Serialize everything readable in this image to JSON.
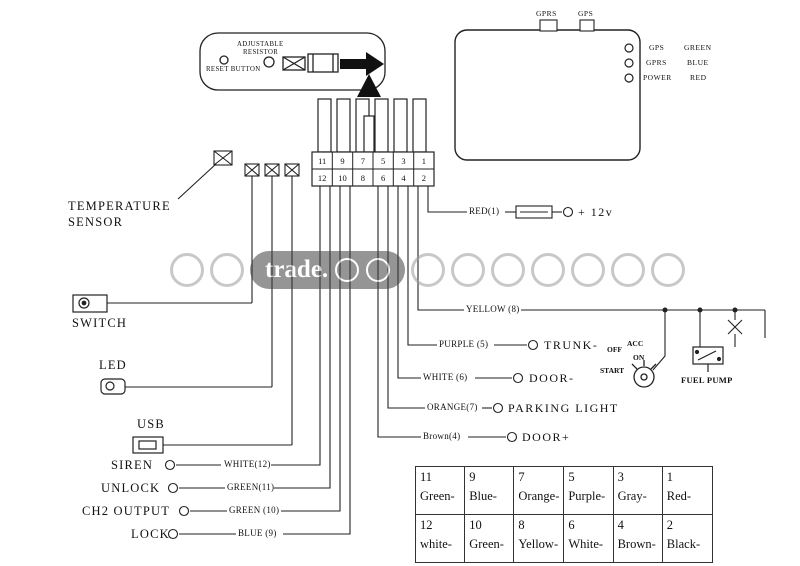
{
  "device": {
    "adjustable_resistor_line1": "ADJUSTABLE",
    "adjustable_resistor_line2": "RESISTOR",
    "reset_button": "RESET BUTTON"
  },
  "gps_unit": {
    "antenna_gprs": "GPRS",
    "antenna_gps": "GPS",
    "indicators": [
      {
        "name": "GPS",
        "color": "GREEN"
      },
      {
        "name": "GPRS",
        "color": "BLUE"
      },
      {
        "name": "POWER",
        "color": "RED"
      }
    ]
  },
  "connector": {
    "top": [
      "11",
      "9",
      "7",
      "5",
      "3",
      "1"
    ],
    "bottom": [
      "12",
      "10",
      "8",
      "6",
      "4",
      "2"
    ]
  },
  "watermark": {
    "text": "trade."
  },
  "left": {
    "temperature_line1": "TEMPERATURE",
    "temperature_line2": "SENSOR",
    "switch": "SWITCH",
    "led": "LED",
    "usb": "USB",
    "outputs": [
      {
        "label": "SIREN",
        "wire": "WHITE(12)"
      },
      {
        "label": "UNLOCK",
        "wire": "GREEN(11)"
      },
      {
        "label": "CH2 OUTPUT",
        "wire": "GREEN (10)"
      },
      {
        "label": "LOCK",
        "wire": "BLUE (9)"
      }
    ]
  },
  "right": {
    "wires": [
      {
        "label": "RED(1)",
        "target": "+ 12v"
      },
      {
        "label": "YELLOW (8)",
        "target": ""
      },
      {
        "label": "PURPLE (5)",
        "target": "TRUNK-"
      },
      {
        "label": "WHITE (6)",
        "target": "DOOR-"
      },
      {
        "label": "ORANGE(7)",
        "target": "PARKING LIGHT"
      },
      {
        "label": "Brown(4)",
        "target": "DOOR+"
      }
    ],
    "ignition": {
      "off": "OFF",
      "acc": "ACC",
      "on": "ON",
      "start": "START"
    },
    "fuel_pump": "FUEL PUMP"
  },
  "pin_table": {
    "rows": [
      [
        {
          "n": "11",
          "c": "Green-"
        },
        {
          "n": "9",
          "c": "Blue-"
        },
        {
          "n": "7",
          "c": "Orange-"
        },
        {
          "n": "5",
          "c": "Purple-"
        },
        {
          "n": "3",
          "c": "Gray-"
        },
        {
          "n": "1",
          "c": "Red-"
        }
      ],
      [
        {
          "n": "12",
          "c": "white-"
        },
        {
          "n": "10",
          "c": "Green-"
        },
        {
          "n": "8",
          "c": "Yellow-"
        },
        {
          "n": "6",
          "c": "White-"
        },
        {
          "n": "4",
          "c": "Brown-"
        },
        {
          "n": "2",
          "c": "Black-"
        }
      ]
    ]
  }
}
